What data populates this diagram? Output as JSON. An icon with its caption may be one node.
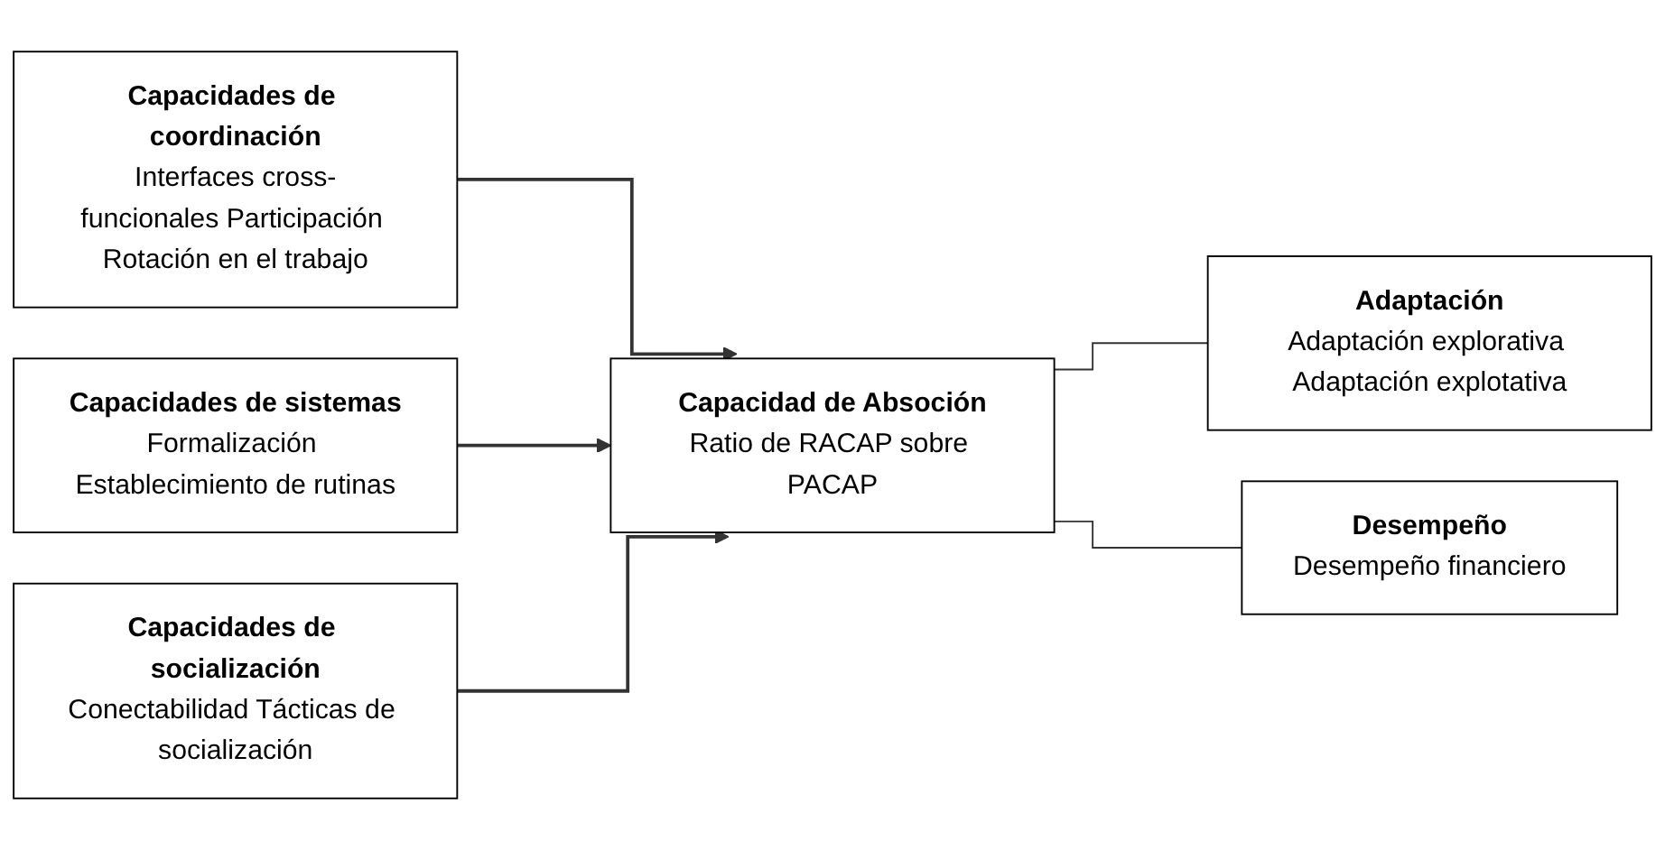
{
  "diagram": {
    "nodes": [
      {
        "text": [
          "Capacidades de coordinación",
          "Interfaces cross-funcionales Participación Rotación en el trabajo"
        ]
      },
      {
        "text": [
          "Capacidades de sistemas",
          "Formalización Establecimiento de rutinas"
        ]
      },
      {
        "text": [
          "Capacidades de socialización",
          "Conectabilidad Tácticas de socialización"
        ]
      },
      {
        "text": [
          "Capacidad de Absoción",
          "Ratio de RACAP sobre PACAP"
        ]
      },
      {
        "text": [
          "Adaptación",
          "Adaptación explorativa Adaptación explotativa"
        ]
      },
      {
        "text": [
          "Desempeño",
          "Desempeño financiero"
        ]
      }
    ],
    "edges": [
      {
        "from": 0,
        "to": 3,
        "arrow": "to"
      },
      {
        "from": 1,
        "to": 3,
        "arrow": "to"
      },
      {
        "from": 2,
        "to": 3,
        "arrow": "to"
      },
      {
        "from": 3,
        "to": 4,
        "arrow": "none"
      },
      {
        "from": 3,
        "to": 5,
        "arrow": "none"
      }
    ]
  }
}
